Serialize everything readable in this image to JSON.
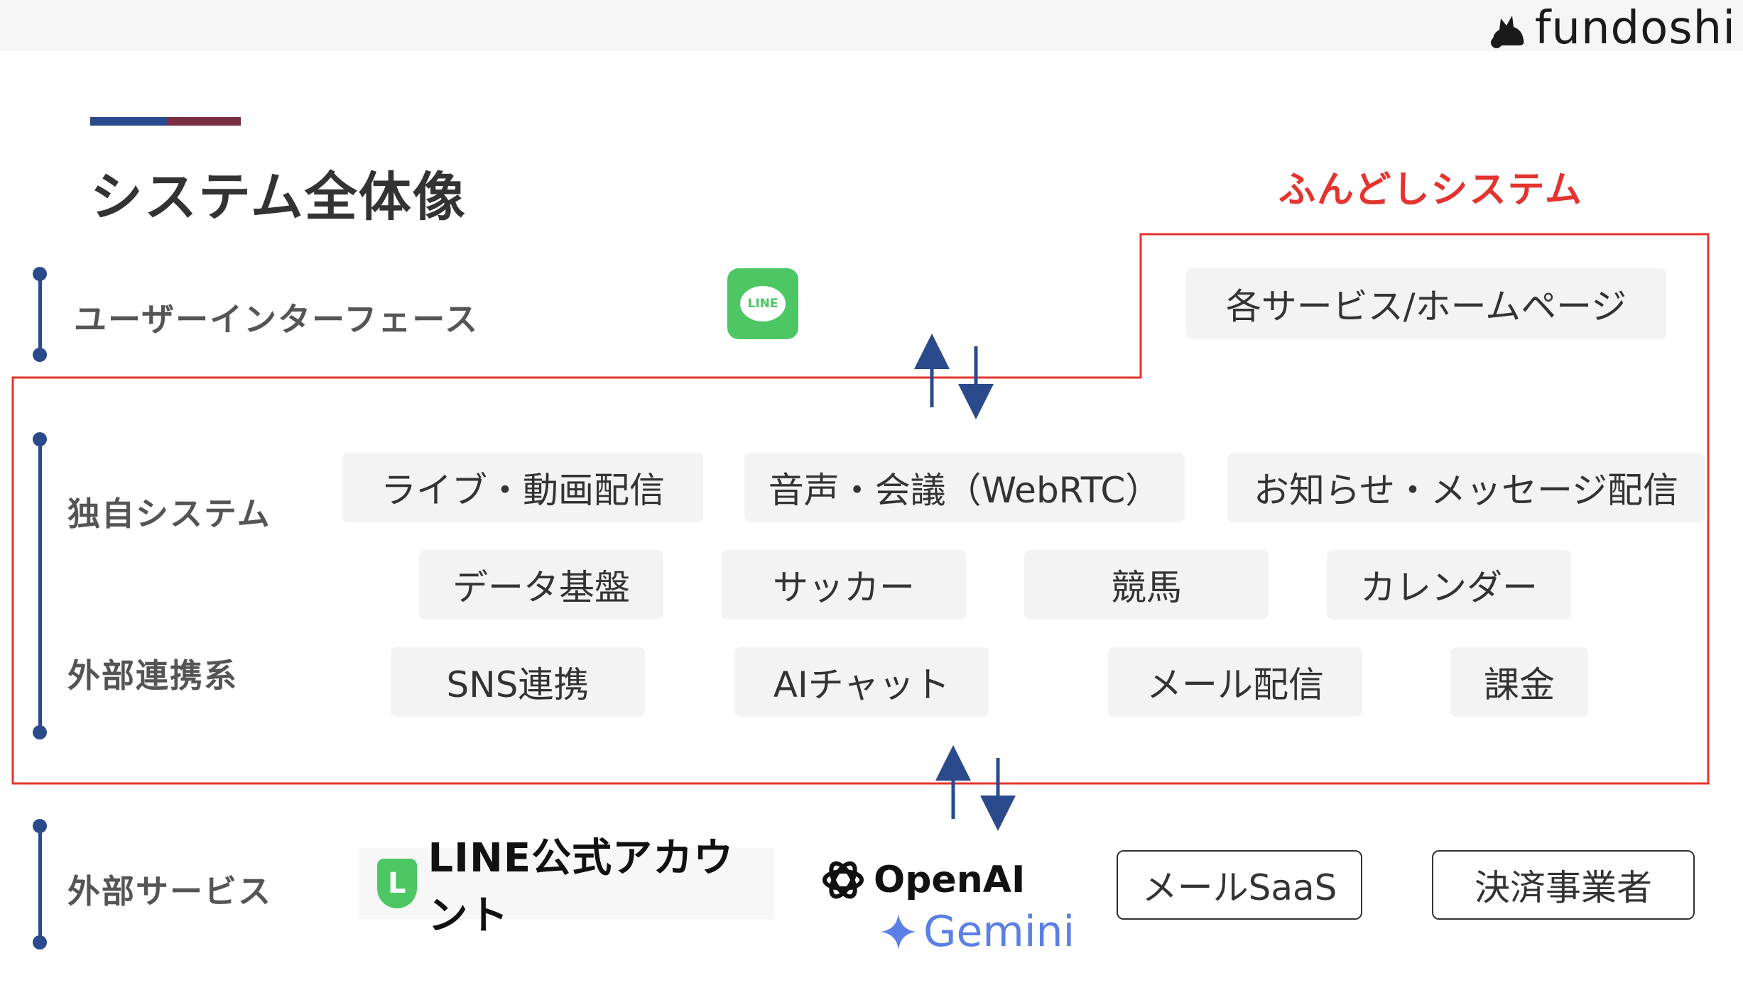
{
  "brand": {
    "name": "fundoshi",
    "logo_icon": "fox-mascot-icon"
  },
  "page": {
    "title": "システム全体像",
    "system_label": "ふんどしシステム"
  },
  "colors": {
    "accent_blue": "#2b4a8c",
    "accent_maroon": "#7b2d42",
    "system_border": "#e3342f",
    "line_green": "#4cc764",
    "arrow": "#2b4a8c"
  },
  "rows": {
    "ui": {
      "label": "ユーザーインターフェース"
    },
    "own": {
      "label": "独自システム"
    },
    "integration": {
      "label": "外部連携系"
    },
    "external": {
      "label": "外部サービス"
    }
  },
  "ui_items": {
    "line_app_text": "LINE",
    "service_pages": "各サービス/ホームページ"
  },
  "own_system": [
    "ライブ・動画配信",
    "音声・会議（WebRTC）",
    "お知らせ・メッセージ配信",
    "データ基盤",
    "サッカー",
    "競馬",
    "カレンダー"
  ],
  "integrations": [
    "SNS連携",
    "AIチャット",
    "メール配信",
    "課金"
  ],
  "external_services": {
    "line_oa_badge": "L",
    "line_oa": "LINE公式アカウント",
    "openai": "OpenAI",
    "gemini": "Gemini",
    "mail_saas": "メールSaaS",
    "payment": "決済事業者"
  }
}
